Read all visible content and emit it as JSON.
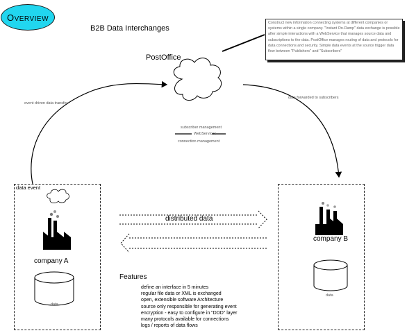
{
  "overview_badge": "OVERVIEW",
  "title": "B2B Data Interchanges",
  "note": "Construct new information connecting systems at different companies or systems within a single company. \"Instant On-Ramp\" data exchange is possible after simple interactions with a WebService that manages source data and subscriptions to the data. PostOffice manages routing of data and protocols for data connections and security. Simple data events at the source trigger data flow between \"Publishers\" and \"Subscribers\"",
  "hub": {
    "title": "PostOffice",
    "subscriber_management": "subscriber management",
    "services": "WebServices",
    "connection_management": "connection management"
  },
  "flows": {
    "event_driven": "event driven data transfer",
    "forwarded": "data forwarded to subscribers",
    "distributed": "distributed data"
  },
  "company_a": {
    "header": "data event",
    "name": "company A",
    "db_label": "data"
  },
  "company_b": {
    "name": "company B",
    "db_label": "data"
  },
  "features": {
    "title": "Features",
    "items": [
      "define an interface in 5 minutes",
      "regular file data or XML is exchanged",
      "open, extensible software Architecture",
      "source only responsible for generating event",
      "encryption - easy to configure in \"DDD\" layer",
      "many protocols available for connections",
      "logs / reports of data flows"
    ]
  }
}
